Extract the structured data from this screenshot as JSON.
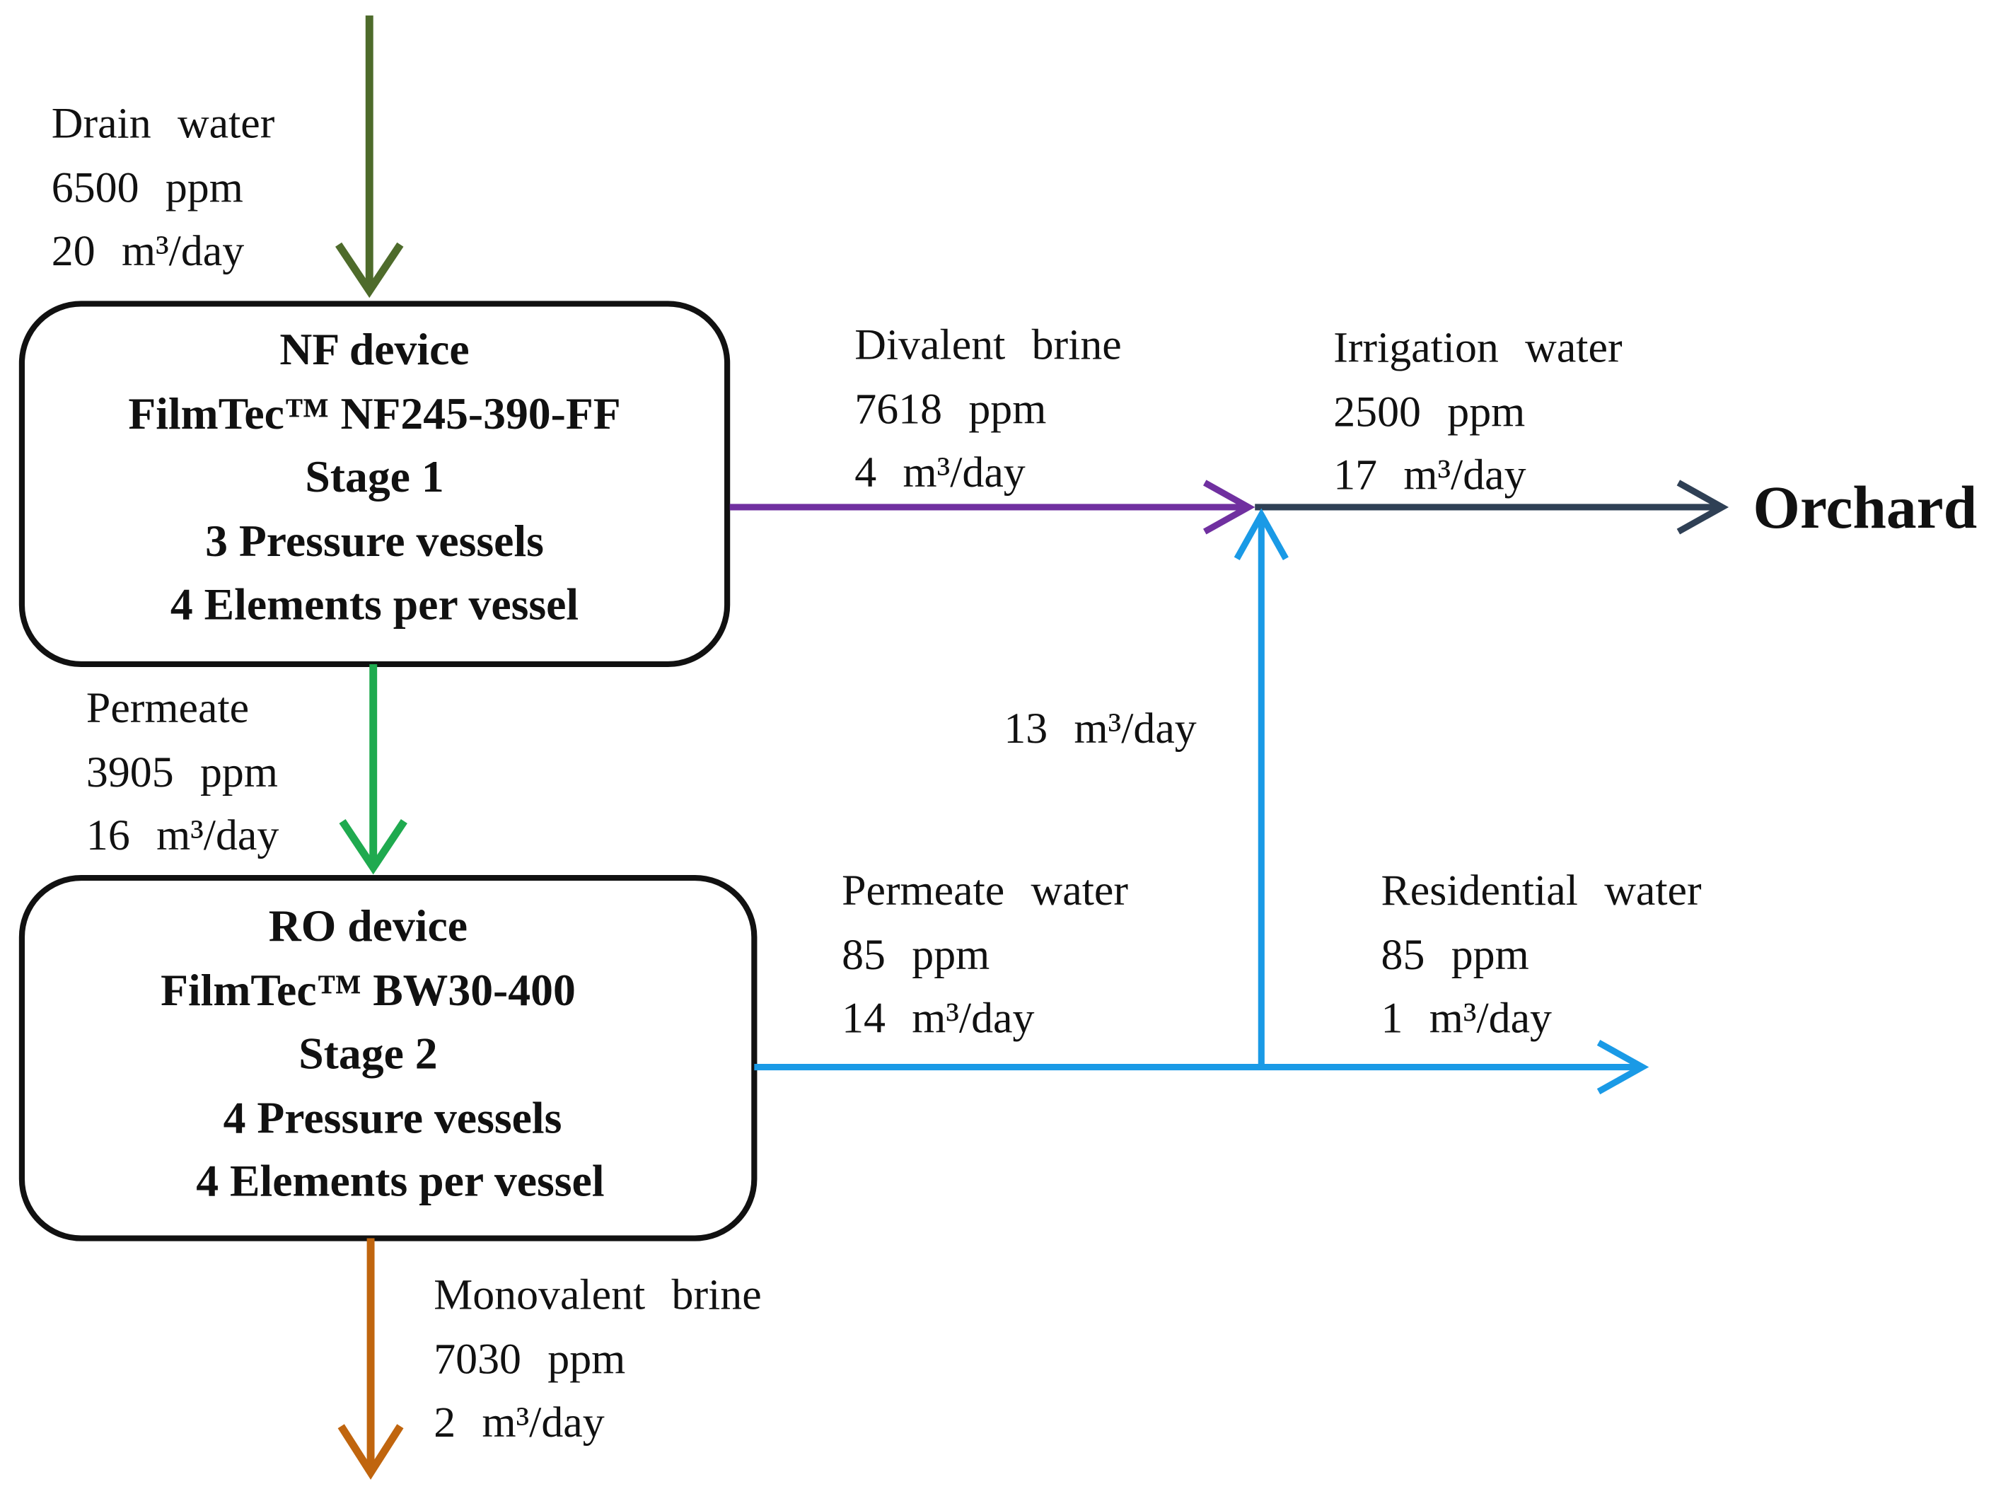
{
  "colors": {
    "drain": "#4e6b2b",
    "permeate": "#1faa4f",
    "divalent": "#7030a0",
    "irrigation": "#2f4055",
    "blue": "#1a9ae6",
    "mono": "#c0650e",
    "box_border": "#111111"
  },
  "nf_box": {
    "lines": [
      "NF device",
      "FilmTec™ NF245-390-FF",
      "Stage 1",
      "3 Pressure vessels",
      "4 Elements per vessel"
    ]
  },
  "ro_box": {
    "lines": [
      "RO device",
      "FilmTec™ BW30-400",
      "Stage 2",
      "4 Pressure vessels",
      "4 Elements per vessel"
    ]
  },
  "drain_label": [
    "Drain  water",
    "6500  ppm",
    "20  m³/day"
  ],
  "permeate_label": [
    "Permeate",
    "3905  ppm",
    "16  m³/day"
  ],
  "divalent_label": [
    "Divalent  brine",
    "7618  ppm",
    "4  m³/day"
  ],
  "irrigation_label": [
    "Irrigation  water",
    "2500  ppm",
    "17  m³/day"
  ],
  "orchard": "Orchard",
  "return_flow": "13  m³/day",
  "permeate_water_label": [
    "Permeate  water",
    "85  ppm",
    "14  m³/day"
  ],
  "residential_label": [
    "Residential  water",
    "85  ppm",
    "1  m³/day"
  ],
  "mono_label": [
    "Monovalent  brine",
    "7030  ppm",
    "2  m³/day"
  ]
}
